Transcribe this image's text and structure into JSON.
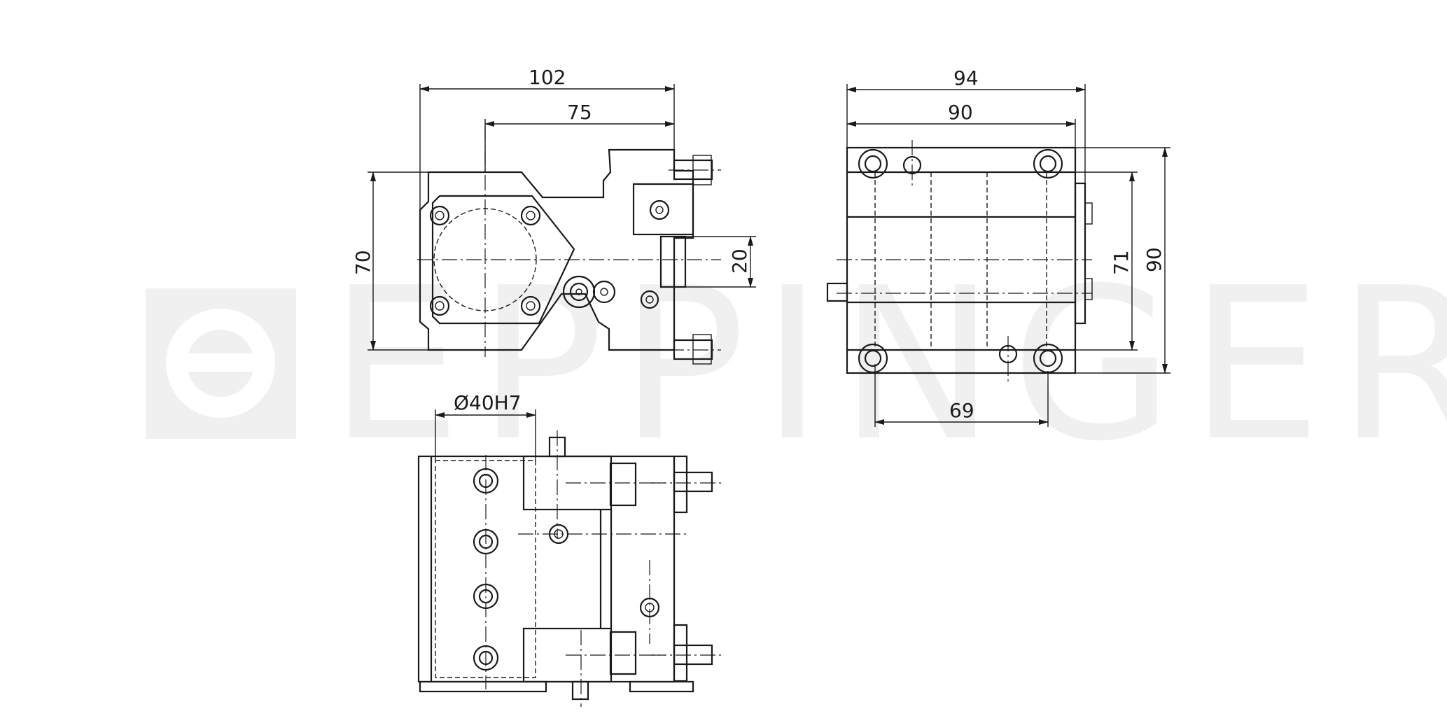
{
  "watermark": {
    "text": "EPPINGER"
  },
  "dimensions": {
    "front_width_overall": "102",
    "front_width_inner": "75",
    "front_height": "70",
    "front_slot": "20",
    "side_width_overall": "94",
    "side_width_body": "90",
    "side_height_inner": "71",
    "side_height_overall": "90",
    "side_hole_spacing": "69",
    "top_bore": "Ø40H7"
  }
}
